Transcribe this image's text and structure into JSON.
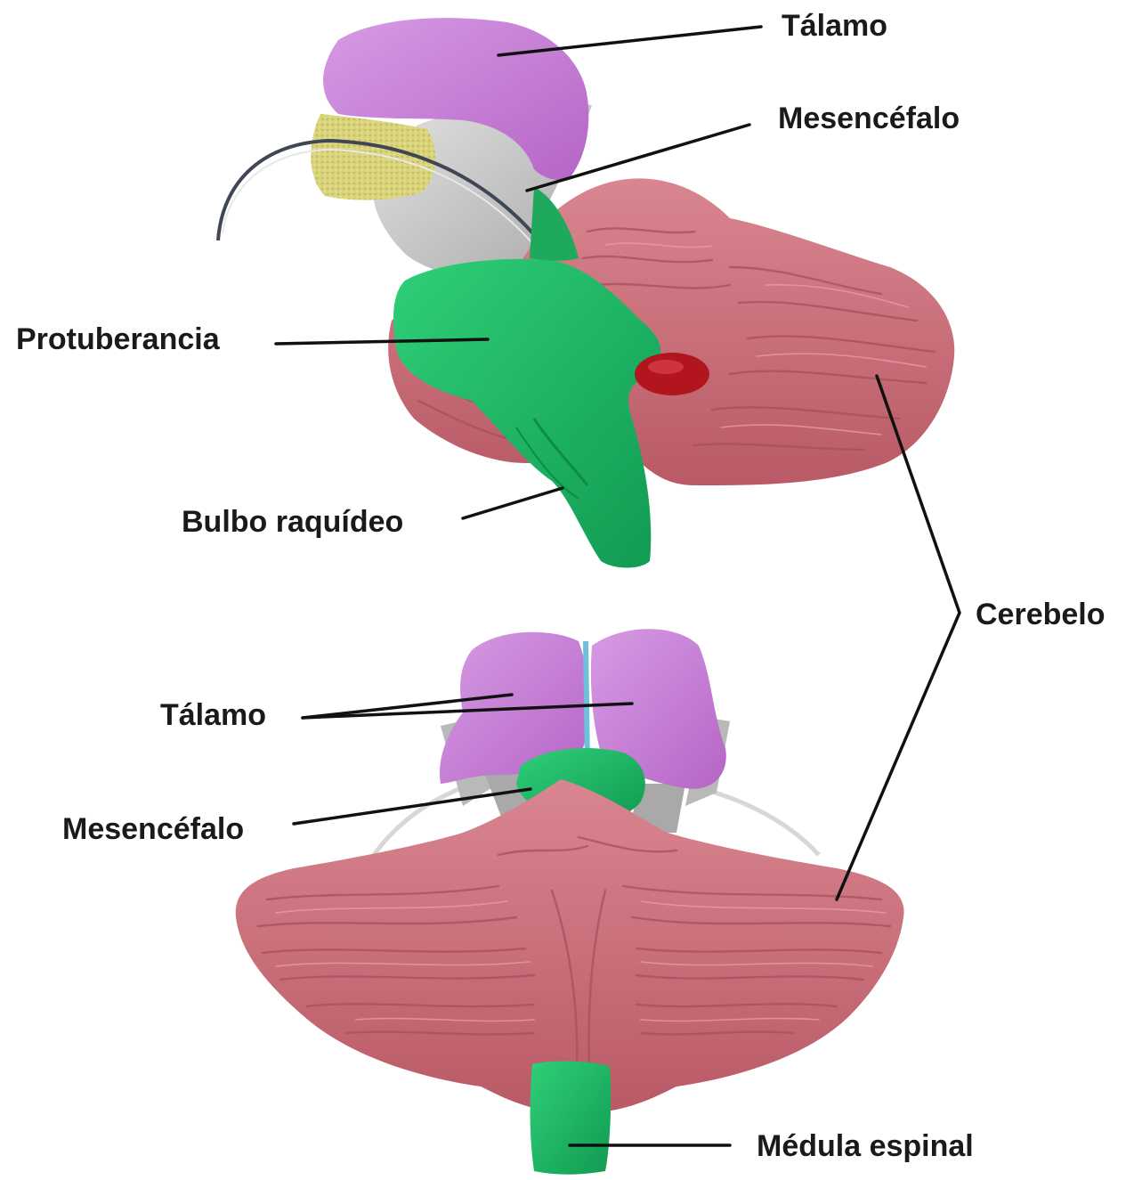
{
  "colors": {
    "thalamus": "#c77fd6",
    "midbrain_gray": "#c8c8c8",
    "brainstem_green": "#1fb865",
    "cerebellum_pink": "#c9707b",
    "optic_yellow": "#d8d27a",
    "red_nucleus": "#b3151f",
    "label_text": "#1a1a1a"
  },
  "labels": {
    "talamo_top": "Tálamo",
    "mesencefalo_top": "Mesencéfalo",
    "protuberancia": "Protuberancia",
    "bulbo": "Bulbo raquídeo",
    "cerebelo": "Cerebelo",
    "talamo_bottom": "Tálamo",
    "mesencefalo_bottom": "Mesencéfalo",
    "medula": "Médula espinal"
  }
}
